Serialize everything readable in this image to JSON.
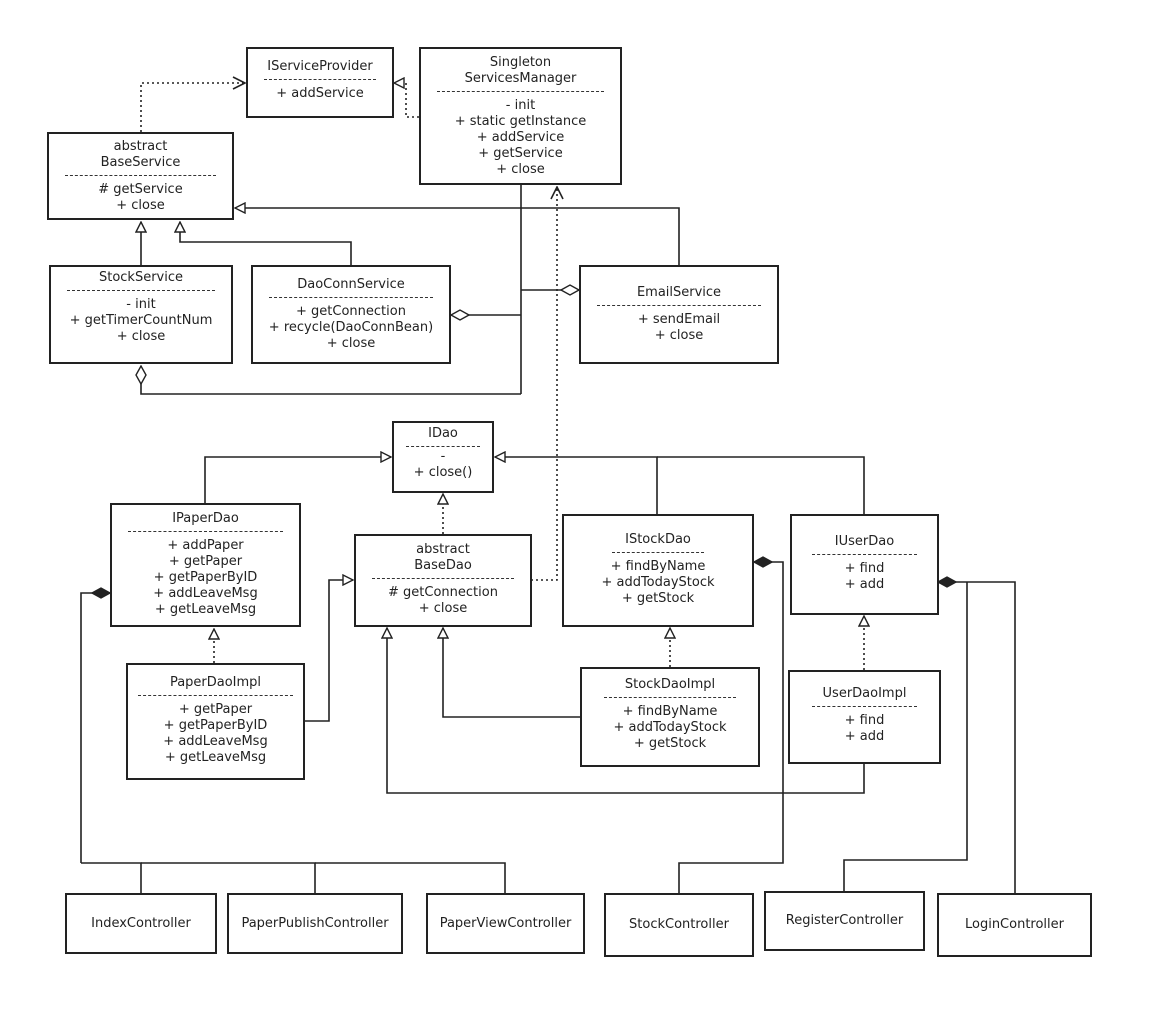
{
  "classes": {
    "iserviceprovider": {
      "header": [
        "IServiceProvider"
      ],
      "members": [
        "+ addService"
      ]
    },
    "servicesmanager": {
      "header": [
        "Singleton",
        "ServicesManager"
      ],
      "members": [
        "- init",
        "+ static getInstance",
        "+ addService",
        "+ getService",
        "+ close"
      ]
    },
    "baseservice": {
      "header": [
        "abstract",
        "BaseService"
      ],
      "members": [
        "# getService",
        "+ close"
      ]
    },
    "stockservice": {
      "header": [
        "StockService"
      ],
      "members": [
        "- init",
        "+ getTimerCountNum",
        "+ close"
      ]
    },
    "daoconnservice": {
      "header": [
        "DaoConnService"
      ],
      "members": [
        "+ getConnection",
        "+ recycle(DaoConnBean)",
        "+ close"
      ]
    },
    "emailservice": {
      "header": [
        "EmailService"
      ],
      "members": [
        "+ sendEmail",
        "+ close"
      ]
    },
    "idao": {
      "header": [
        "IDao"
      ],
      "members": [
        "-",
        "+ close()"
      ]
    },
    "ipaperdao": {
      "header": [
        "IPaperDao"
      ],
      "members": [
        "+ addPaper",
        "+ getPaper",
        "+ getPaperByID",
        "+ addLeaveMsg",
        "+ getLeaveMsg"
      ]
    },
    "basedao": {
      "header": [
        "abstract",
        "BaseDao"
      ],
      "members": [
        "# getConnection",
        "+ close"
      ]
    },
    "istockdao": {
      "header": [
        "IStockDao"
      ],
      "members": [
        "+ findByName",
        "+ addTodayStock",
        "+ getStock"
      ]
    },
    "iuserdao": {
      "header": [
        "IUserDao"
      ],
      "members": [
        "+ find",
        "+ add"
      ]
    },
    "paperdaoimpl": {
      "header": [
        "PaperDaoImpl"
      ],
      "members": [
        "+ getPaper",
        "+ getPaperByID",
        "+ addLeaveMsg",
        "+ getLeaveMsg"
      ]
    },
    "stockdaoimpl": {
      "header": [
        "StockDaoImpl"
      ],
      "members": [
        "+ findByName",
        "+ addTodayStock",
        "+ getStock"
      ]
    },
    "userdaoimpl": {
      "header": [
        "UserDaoImpl"
      ],
      "members": [
        "+ find",
        "+ add"
      ]
    }
  },
  "controllers": {
    "index": "IndexController",
    "paperpublish": "PaperPublishController",
    "paperview": "PaperViewController",
    "stock": "StockController",
    "register": "RegisterController",
    "login": "LoginController"
  },
  "colors": {
    "stroke": "#222222",
    "background": "#ffffff"
  }
}
